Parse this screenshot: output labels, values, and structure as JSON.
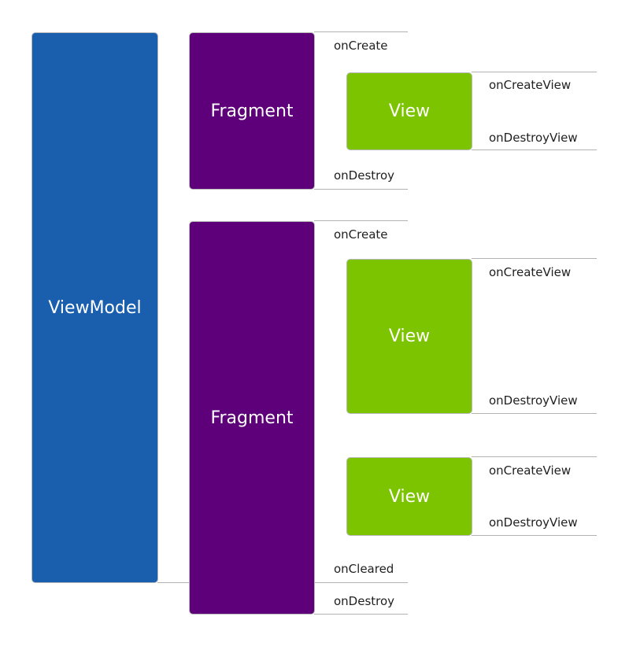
{
  "viewmodel": {
    "label": "ViewModel"
  },
  "fragments": [
    {
      "label": "Fragment",
      "on_create": "onCreate",
      "on_destroy": "onDestroy",
      "views": [
        {
          "label": "View",
          "on_create_view": "onCreateView",
          "on_destroy_view": "onDestroyView"
        }
      ]
    },
    {
      "label": "Fragment",
      "on_create": "onCreate",
      "on_cleared": "onCleared",
      "on_destroy": "onDestroy",
      "views": [
        {
          "label": "View",
          "on_create_view": "onCreateView",
          "on_destroy_view": "onDestroyView"
        },
        {
          "label": "View",
          "on_create_view": "onCreateView",
          "on_destroy_view": "onDestroyView"
        }
      ]
    }
  ]
}
